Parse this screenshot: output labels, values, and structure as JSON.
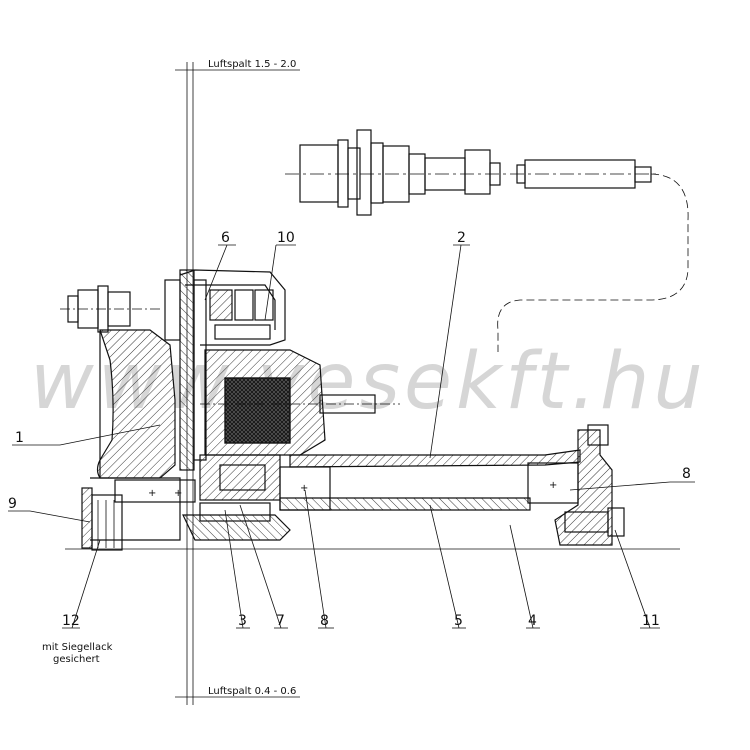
{
  "watermark": "www.vesekft.hu",
  "notes": {
    "gap_top": "Luftspalt 1.5 - 2.0",
    "gap_bottom": "Luftspalt 0.4 - 0.6",
    "seal_note_line1": "mit Siegellack",
    "seal_note_line2": "gesichert"
  },
  "part_labels": {
    "p1": "1",
    "p2": "2",
    "p3": "3",
    "p4": "4",
    "p5": "5",
    "p6": "6",
    "p7": "7",
    "p8a": "8",
    "p8b": "8",
    "p9": "9",
    "p10": "10",
    "p11": "11",
    "p12": "12"
  }
}
